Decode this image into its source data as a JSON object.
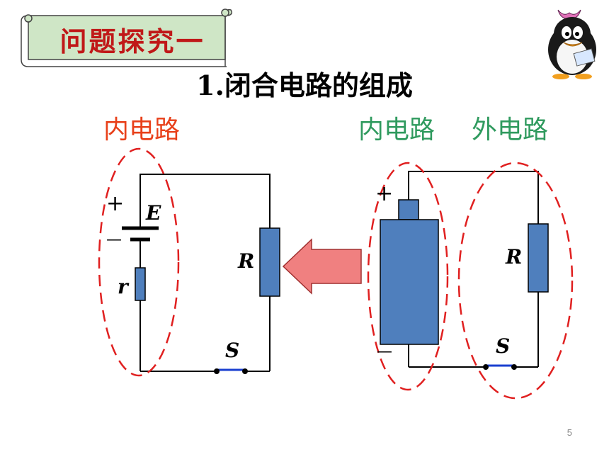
{
  "banner": {
    "text": "问题探究一"
  },
  "title": "1.闭合电路的组成",
  "left_diagram": {
    "region_label": "内电路",
    "emf_symbol": "E",
    "internal_resistance_symbol": "r",
    "resistor_symbol": "R",
    "switch_symbol": "S",
    "plus_sign": "+",
    "minus_sign": "—"
  },
  "right_diagram": {
    "inner_label": "内电路",
    "outer_label": "外电路",
    "resistor_symbol": "R",
    "switch_symbol": "S",
    "plus_sign": "+",
    "minus_sign": "—"
  },
  "colors": {
    "banner_text": "#c01818",
    "left_region_label": "#e8401a",
    "right_region_labels": "#2f9a5e",
    "component_fill": "#4f7fbd",
    "dashed_ellipse": "#e02020",
    "arrow_fill": "#f08080",
    "switch_bar": "#1a3fd0"
  },
  "page_number": "5"
}
